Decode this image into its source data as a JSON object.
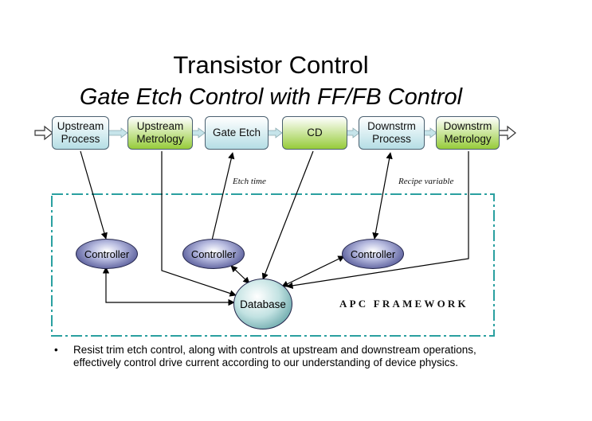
{
  "title": "Transistor Control",
  "subtitle": "Gate Etch Control with FF/FB Control",
  "process_steps": [
    {
      "label": "Upstream Process",
      "style": "blue"
    },
    {
      "label": "Upstream Metrology",
      "style": "green"
    },
    {
      "label": "Gate Etch",
      "style": "blue"
    },
    {
      "label": "CD",
      "style": "green"
    },
    {
      "label": "Downstrm Process",
      "style": "blue"
    },
    {
      "label": "Downstrm Metrology",
      "style": "green"
    }
  ],
  "annotations": {
    "etch_time": "Etch time",
    "recipe_variable": "Recipe variable"
  },
  "controllers": [
    "Controller",
    "Controller",
    "Controller"
  ],
  "database": "Database",
  "framework_label": "APC FRAMEWORK",
  "bullet": {
    "marker": "•",
    "text": "Resist trim etch control, along with controls at upstream and downstream operations, effectively control drive current according to our understanding of device physics."
  },
  "colors": {
    "blue_box": "#b5dee5",
    "green_box": "#96cc3a",
    "framework_border": "#2aa0a0",
    "controller": "#2a2e78",
    "database": "#3d8a8e"
  }
}
